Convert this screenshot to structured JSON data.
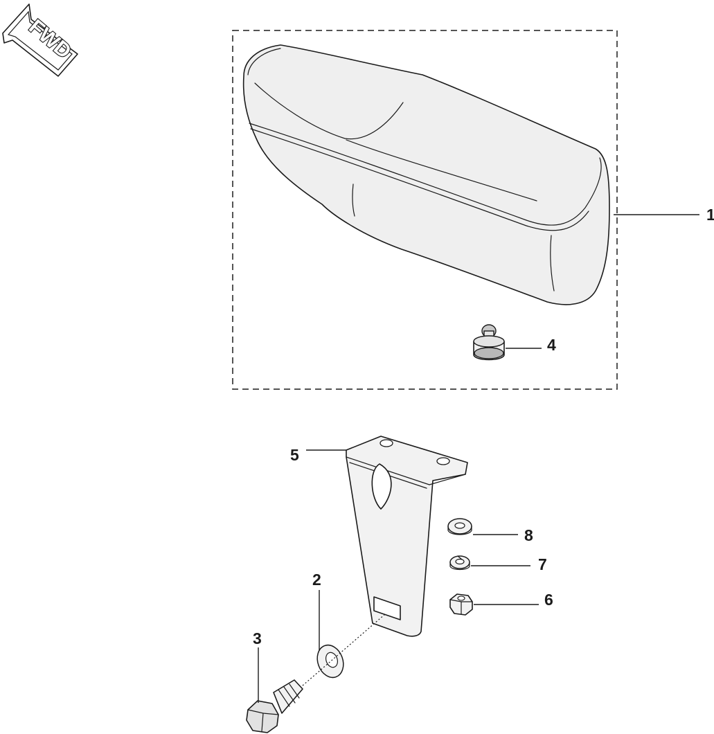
{
  "direction_badge": {
    "label": "FWD"
  },
  "callouts": [
    {
      "id": "seat",
      "number": "1"
    },
    {
      "id": "washer-flat-small",
      "number": "2"
    },
    {
      "id": "bolt",
      "number": "3"
    },
    {
      "id": "buffer",
      "number": "4"
    },
    {
      "id": "bracket",
      "number": "5"
    },
    {
      "id": "nut",
      "number": "6"
    },
    {
      "id": "spring-washer",
      "number": "7"
    },
    {
      "id": "washer-flat",
      "number": "8"
    }
  ],
  "colors": {
    "line": "#1a1a1a",
    "seat_fill": "#efefef",
    "part_fill": "#f2f2f2",
    "buffer_top": "#c8c8c8",
    "background": "#ffffff"
  }
}
